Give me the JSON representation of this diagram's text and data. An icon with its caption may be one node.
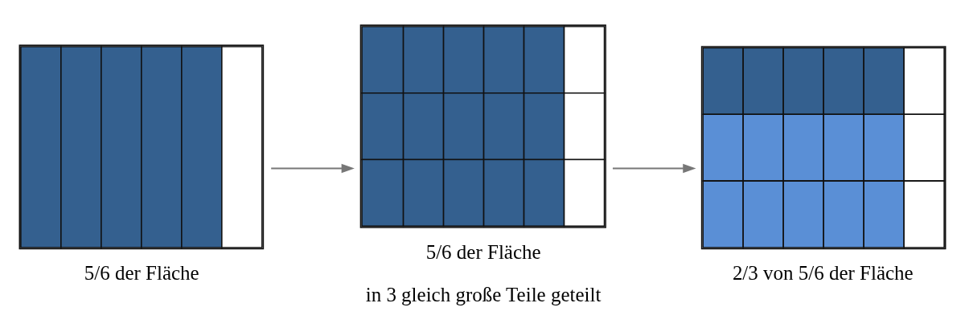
{
  "diagram": {
    "nodes": [
      {
        "text": [],
        "shape": "grid",
        "beside": [
          "5/6 der Fläche"
        ]
      },
      {
        "text": [],
        "shape": "grid",
        "beside": [
          "5/6 der Fläche",
          "in 3 gleich große Teile geteilt"
        ]
      },
      {
        "text": [],
        "shape": "grid",
        "beside": [
          "2/3 von 5/6 der Fläche"
        ]
      }
    ],
    "edges": [
      {
        "from": 0,
        "to": 1,
        "arrow": "to"
      },
      {
        "from": 1,
        "to": 2,
        "arrow": "to"
      }
    ]
  }
}
